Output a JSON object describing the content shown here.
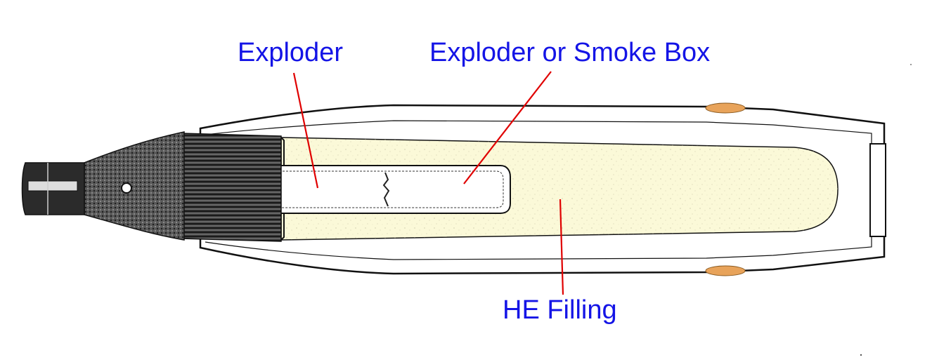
{
  "labels": {
    "exploder": "Exploder",
    "exploder_or_smoke_box": "Exploder or Smoke Box",
    "he_filling": "HE Filling"
  },
  "colors": {
    "label_text": "#1414e6",
    "leader_line": "#e00000",
    "filling": "#fbf9d8",
    "driving_band": "#e8a35a",
    "outline": "#111111",
    "fuze_body": "#3a3a3a"
  }
}
